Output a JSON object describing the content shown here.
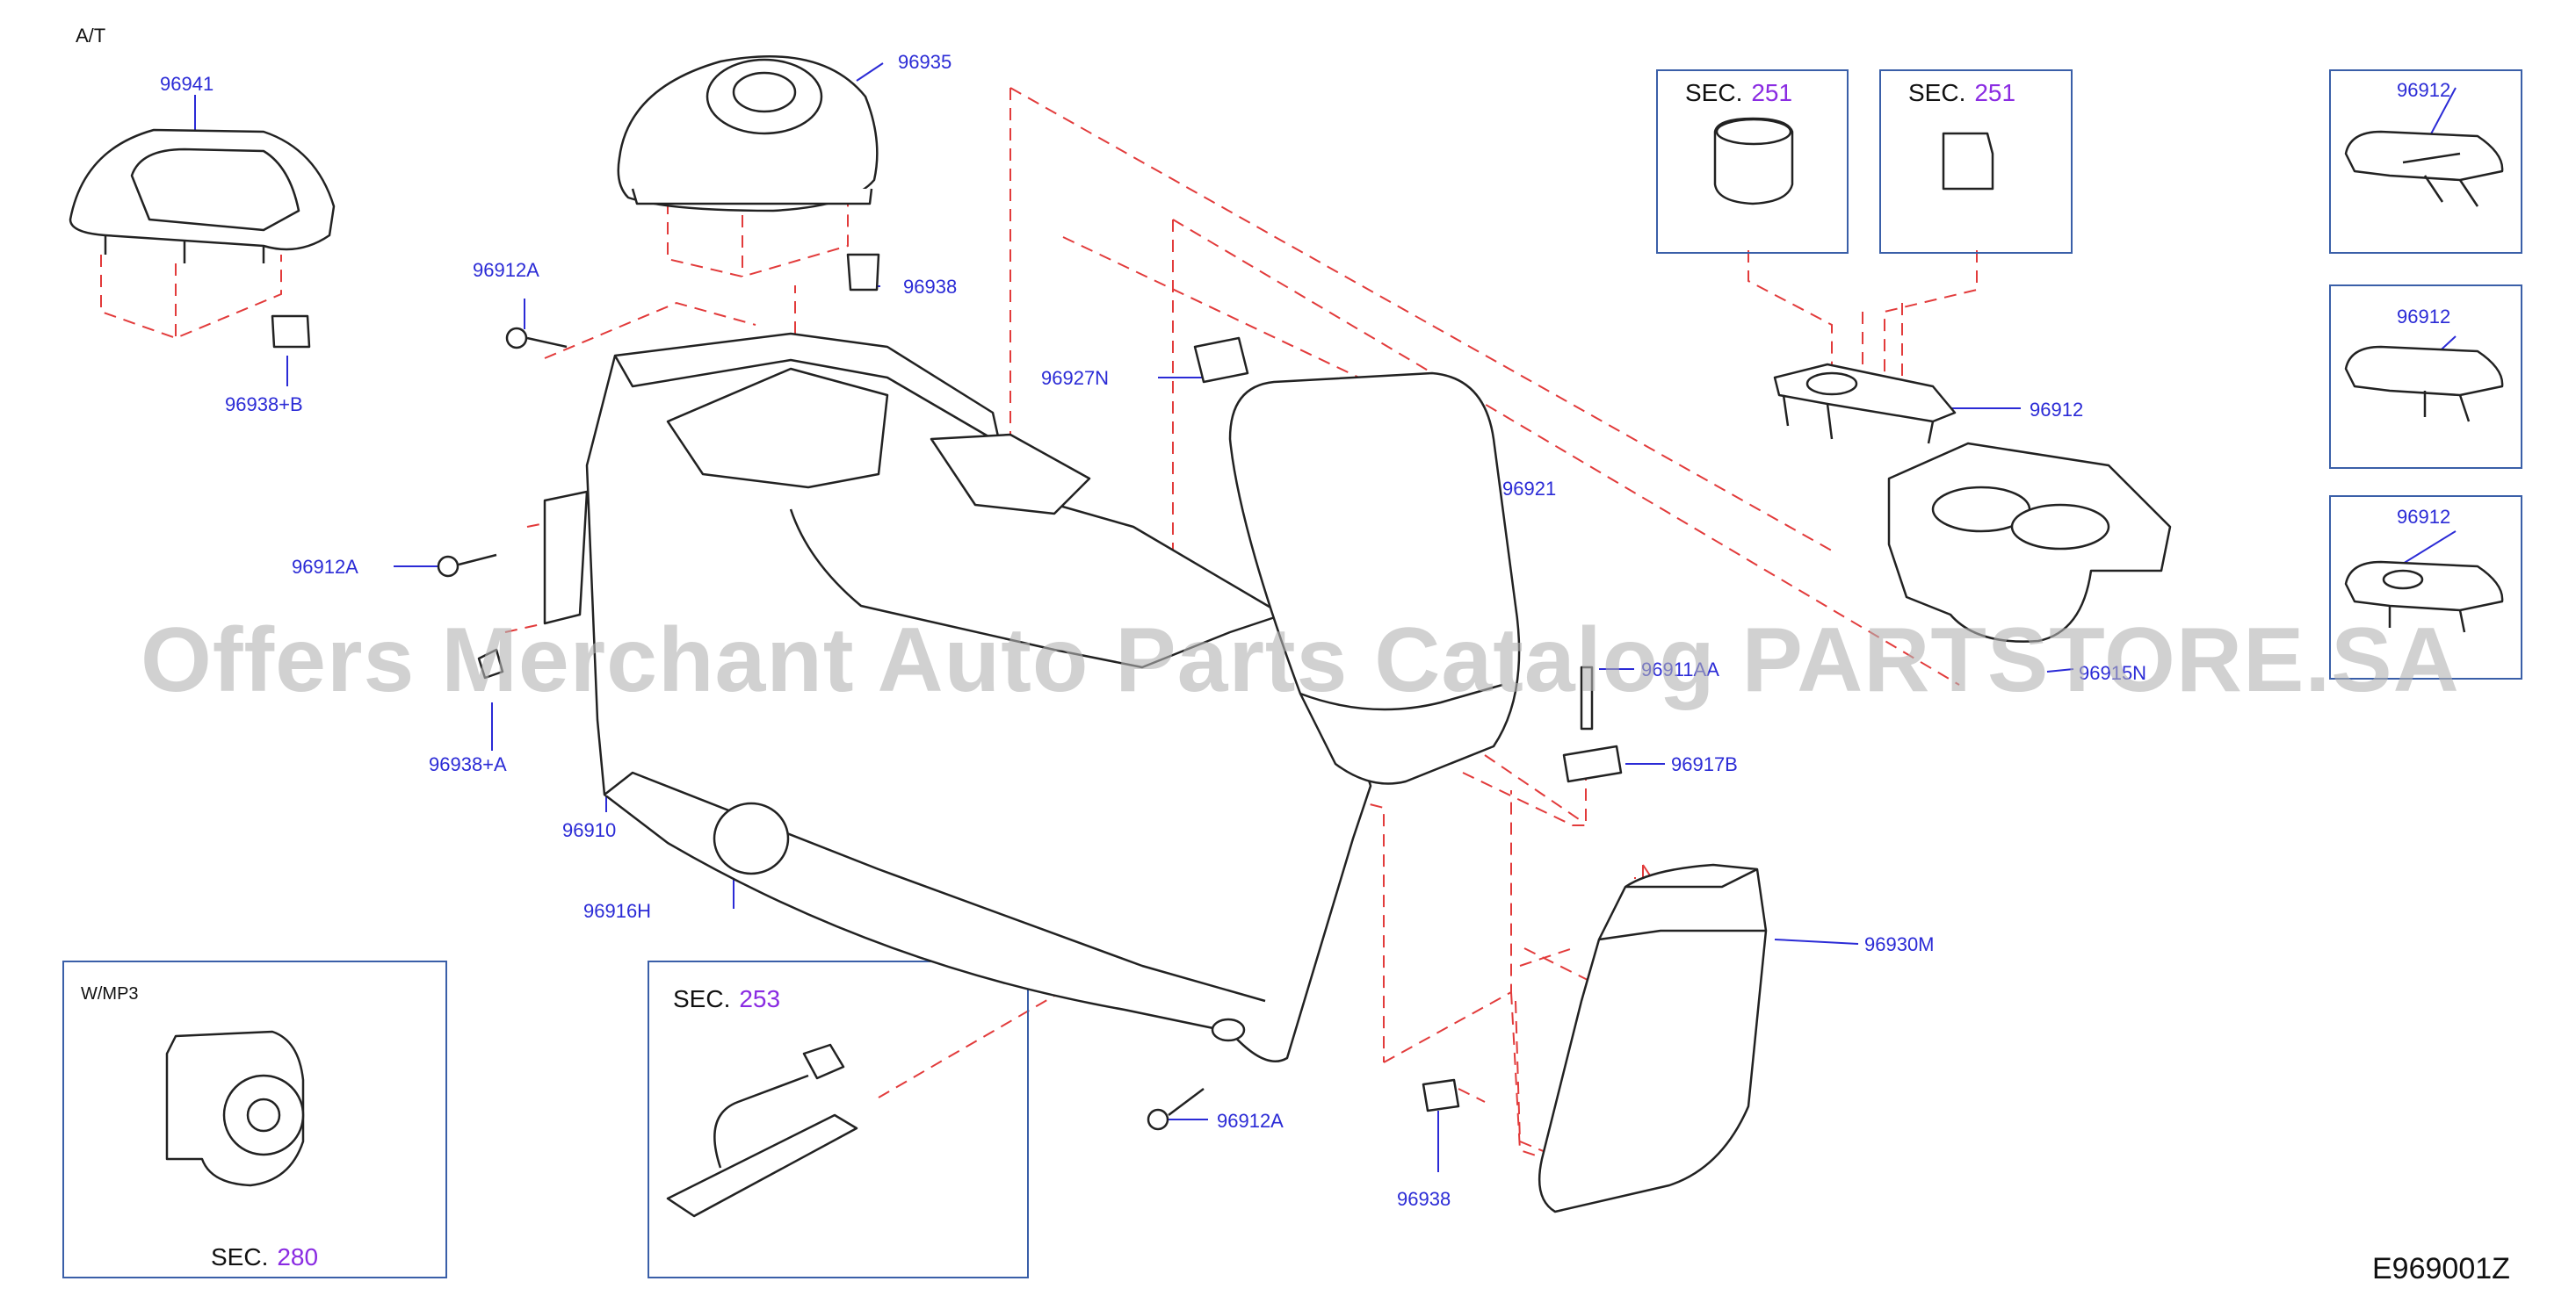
{
  "diagram": {
    "variant_labels": {
      "at": "A/T",
      "wmp3": "W/MP3"
    },
    "diagram_code": "E969001Z",
    "watermark": "Offers Merchant Auto Parts Catalog PARTSTORE.SA",
    "sections": {
      "sec_251_a": {
        "prefix": "SEC.",
        "number": "251"
      },
      "sec_251_b": {
        "prefix": "SEC.",
        "number": "251"
      },
      "sec_253": {
        "prefix": "SEC.",
        "number": "253"
      },
      "sec_280": {
        "prefix": "SEC.",
        "number": "280"
      }
    },
    "part_labels": {
      "p96941": "96941",
      "p96935": "96935",
      "p96938_top": "96938",
      "p96938_b": "96938+B",
      "p96912a_top": "96912A",
      "p96912a_left": "96912A",
      "p96912a_bottom": "96912A",
      "p96927n": "96927N",
      "p96921": "96921",
      "p96912_mid": "96912",
      "p96912_box1": "96912",
      "p96912_box2": "96912",
      "p96912_box3": "96912",
      "p96938_a": "96938+A",
      "p96910": "96910",
      "p96916h": "96916H",
      "p96911aa": "96911AA",
      "p96917b": "96917B",
      "p96915n": "96915N",
      "p96930m": "96930M",
      "p96938_bottom": "96938"
    }
  }
}
